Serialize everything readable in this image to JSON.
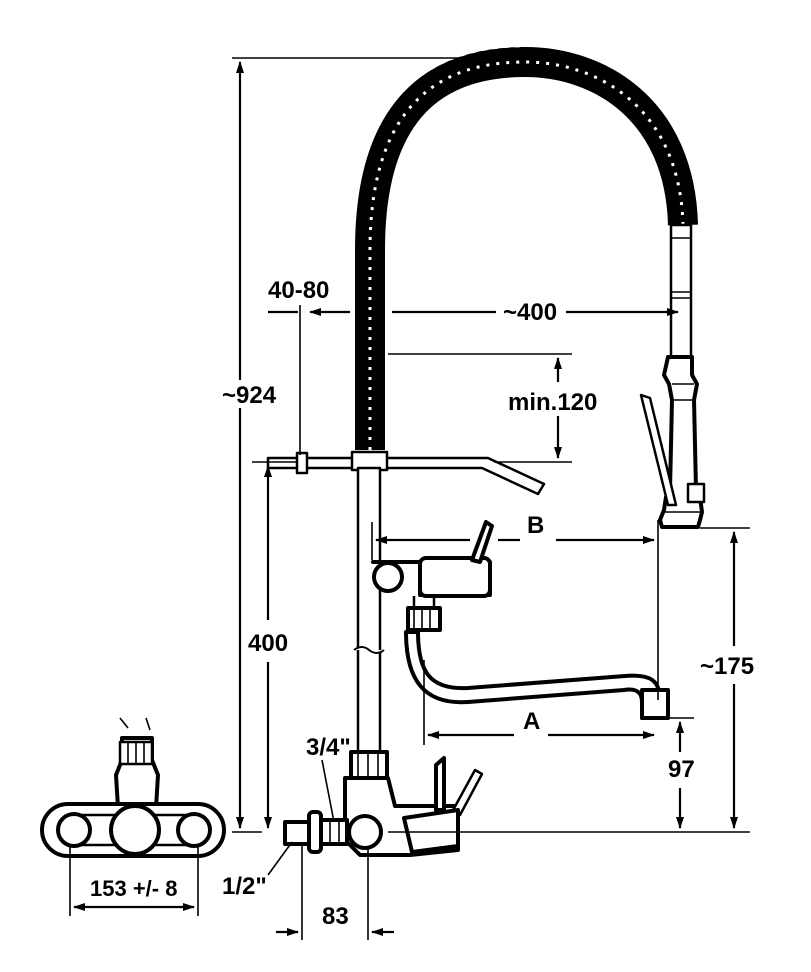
{
  "diagram": {
    "labels": {
      "total_height": "~924",
      "wall_distance": "40-80",
      "hose_reach": "~400",
      "min_clearance": "min.120",
      "arm_height": "400",
      "dim_b": "B",
      "dim_a": "A",
      "spray_height": "~175",
      "spout_height": "97",
      "inlet_3_4": "3/4\"",
      "inlet_1_2": "1/2\"",
      "depth": "83",
      "centers": "153 +/- 8"
    }
  }
}
